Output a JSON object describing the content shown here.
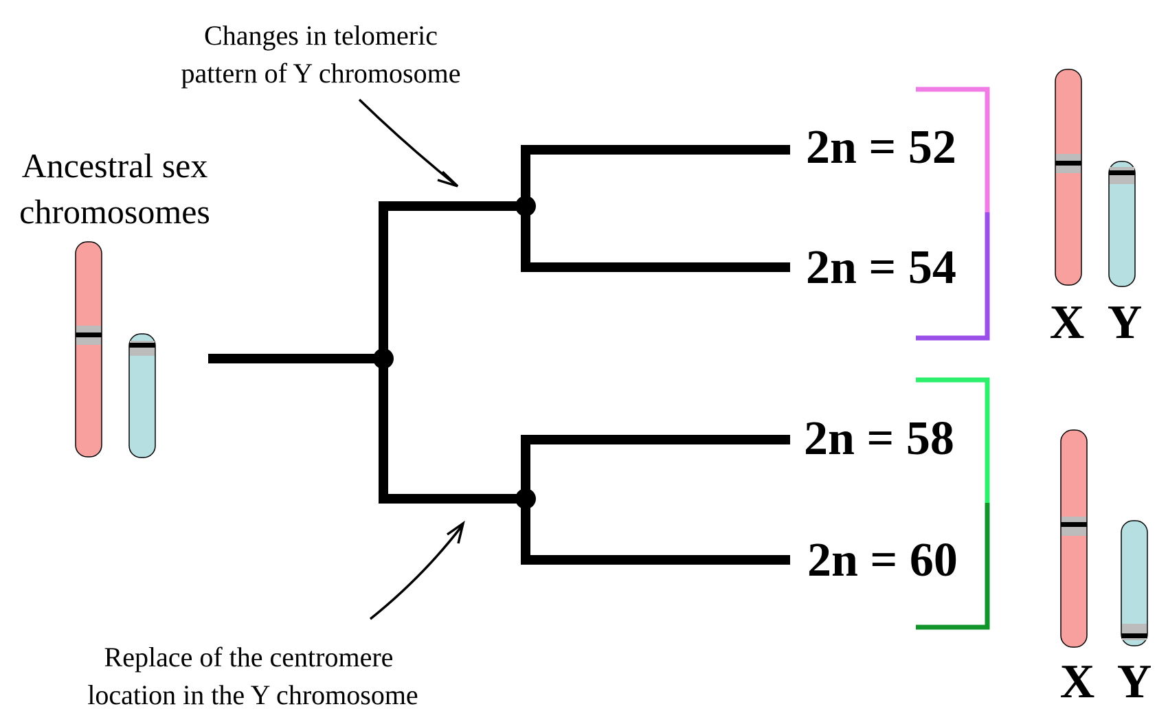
{
  "annotations": {
    "telomeric_line1": "Changes in telomeric",
    "telomeric_line2": "pattern of Y chromosome",
    "ancestral_line1": "Ancestral sex",
    "ancestral_line2": "chromosomes",
    "centromere_line1": "Replace of the centromere",
    "centromere_line2": "location in the Y chromosome"
  },
  "leaves": [
    "2n = 52",
    "2n = 54",
    "2n = 58",
    "2n = 60"
  ],
  "chromosome_labels": {
    "top_x": "X",
    "top_y": "Y",
    "bottom_x": "X",
    "bottom_y": "Y"
  },
  "colors": {
    "x_chromosome": "#f7a09d",
    "y_chromosome": "#b5dfe0",
    "bracket_52": "#f07ce6",
    "bracket_54": "#9a4fe8",
    "bracket_58": "#2cf06b",
    "bracket_60": "#11952b"
  }
}
